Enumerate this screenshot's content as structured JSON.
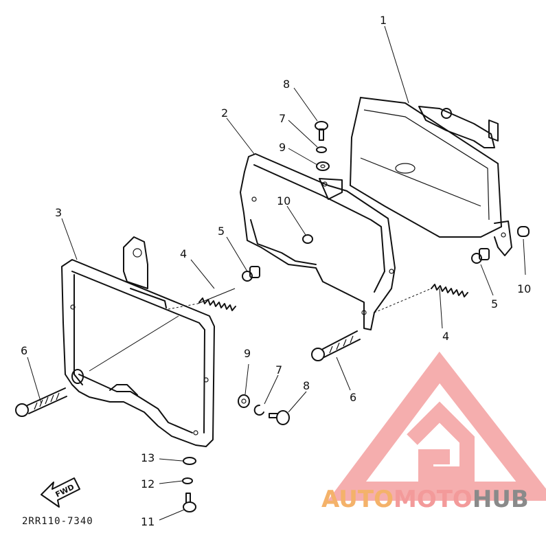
{
  "callouts": {
    "c1": "1",
    "c2": "2",
    "c3": "3",
    "c4a": "4",
    "c4b": "4",
    "c5a": "5",
    "c5b": "5",
    "c6a": "6",
    "c6b": "6",
    "c7a": "7",
    "c7b": "7",
    "c8a": "8",
    "c8b": "8",
    "c9a": "9",
    "c9b": "9",
    "c10a": "10",
    "c10b": "10",
    "c11": "11",
    "c12": "12",
    "c13": "13"
  },
  "fwd_label": "FWD",
  "part_code": "2RR110-7340",
  "watermark": {
    "part1": "AUTO",
    "part2": "MOTO",
    "part3": "HUB",
    "color_orange": "#f4b26a",
    "color_pink": "#f39a9a",
    "color_gray": "#8a8a8a"
  }
}
